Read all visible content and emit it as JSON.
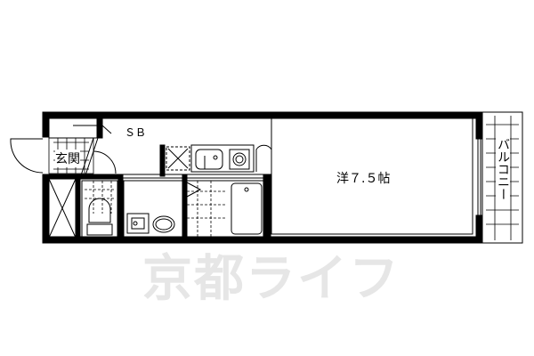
{
  "floorplan": {
    "rooms": {
      "entrance": "玄関",
      "shoe_box": "ＳＢ",
      "western_room": "洋７.５帖",
      "balcony": "バルコニー"
    },
    "watermark": "京都ライフ"
  }
}
